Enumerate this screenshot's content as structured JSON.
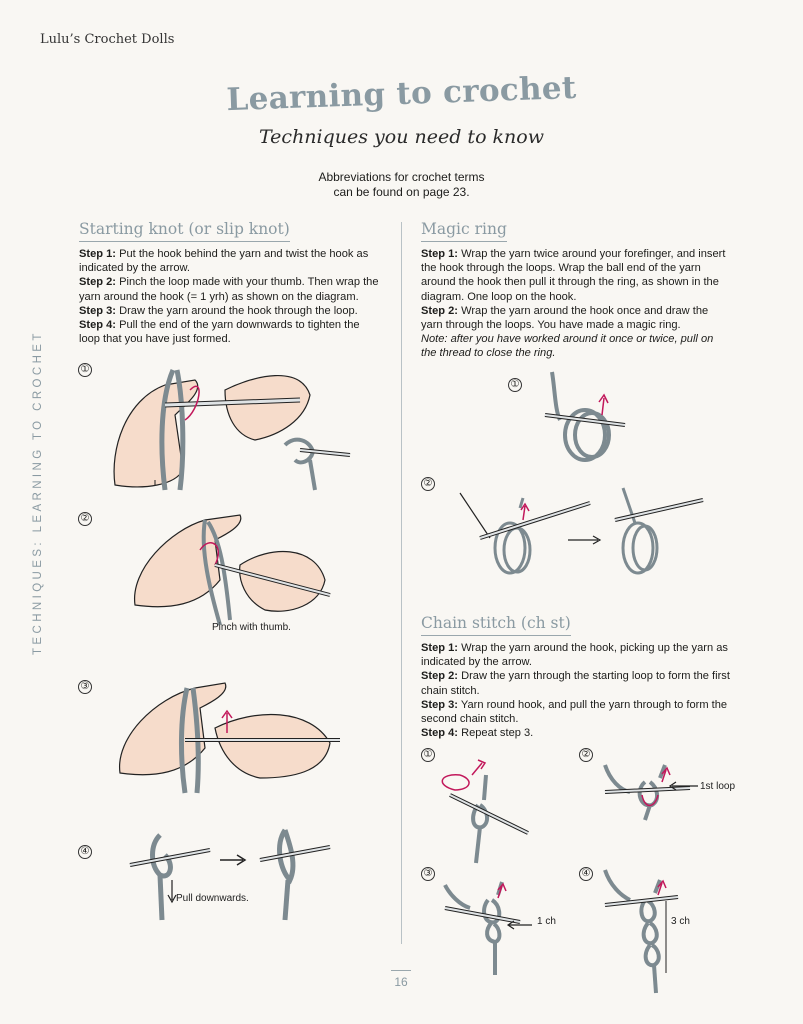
{
  "header": {
    "running_title": "Lulu’s Crochet Dolls",
    "title": "Learning to crochet",
    "subtitle": "Techniques you need to know",
    "abbrev_line1": "Abbreviations for crochet terms",
    "abbrev_line2": "can be found on page 23."
  },
  "side_label": "TECHNIQUES: LEARNING TO CROCHET",
  "slip_knot": {
    "title": "Starting knot (or slip knot)",
    "steps": [
      {
        "label": "Step 1:",
        "text": " Put the hook behind the yarn and twist the hook as indicated by the arrow."
      },
      {
        "label": "Step 2:",
        "text": " Pinch the loop made with your thumb. Then wrap the yarn around the hook (= 1 yrh) as shown on the diagram."
      },
      {
        "label": "Step 3:",
        "text": " Draw the yarn around the hook through the loop."
      },
      {
        "label": "Step 4:",
        "text": " Pull the end of the yarn downwards to tighten the loop that you have just formed."
      }
    ],
    "figures": [
      "①",
      "②",
      "③",
      "④"
    ],
    "caption_pinch": "Pinch with thumb.",
    "caption_pull": "Pull downwards."
  },
  "magic_ring": {
    "title": "Magic ring",
    "steps": [
      {
        "label": "Step 1:",
        "text": " Wrap the yarn twice around your forefinger, and insert the hook through the loops. Wrap the ball end of the yarn around the hook then pull it through the ring, as shown in the diagram. One loop on the hook."
      },
      {
        "label": "Step 2:",
        "text": " Wrap the yarn around the hook once and draw the yarn through the loops. You have made a magic ring."
      }
    ],
    "note": "Note: after you have worked around it once or twice, pull on the thread to close the ring.",
    "figures": [
      "①",
      "②"
    ]
  },
  "chain_stitch": {
    "title": "Chain stitch (ch st)",
    "steps": [
      {
        "label": "Step 1:",
        "text": " Wrap the yarn around the hook, picking up the yarn as indicated by the arrow."
      },
      {
        "label": "Step 2:",
        "text": " Draw the yarn through the starting loop to form the first chain stitch."
      },
      {
        "label": "Step 3:",
        "text": " Yarn round hook, and pull the yarn through to form the second chain stitch."
      },
      {
        "label": "Step 4:",
        "text": " Repeat step 3."
      }
    ],
    "figures": [
      "①",
      "②",
      "③",
      "④"
    ],
    "caption_1st_loop": "1st loop",
    "caption_1ch": "1 ch",
    "caption_3ch": "3 ch"
  },
  "page_number": "16",
  "colors": {
    "accent": "#8a9aa2",
    "yarn": "#7d8a90",
    "arrow": "#c2185b",
    "skin": "#f6dccb",
    "background": "#f9f7f3"
  }
}
